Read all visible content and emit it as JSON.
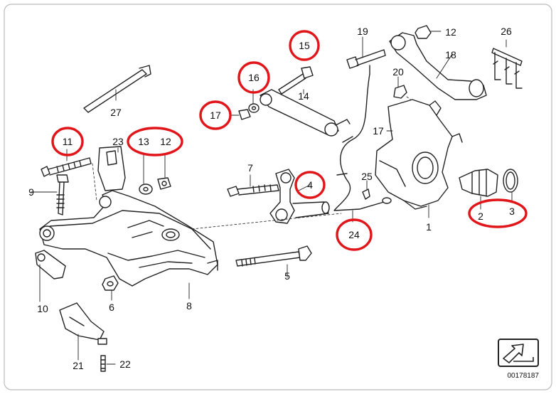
{
  "diagram": {
    "id": "00178187",
    "highlight_color": "#e0161b",
    "parts": [
      {
        "key": "p1",
        "label": "1",
        "circled": false
      },
      {
        "key": "p2",
        "label": "2",
        "circled": true
      },
      {
        "key": "p3",
        "label": "3",
        "circled": true
      },
      {
        "key": "p4",
        "label": "4",
        "circled": true
      },
      {
        "key": "p5",
        "label": "5",
        "circled": false
      },
      {
        "key": "p6",
        "label": "6",
        "circled": false
      },
      {
        "key": "p7",
        "label": "7",
        "circled": false
      },
      {
        "key": "p8",
        "label": "8",
        "circled": false
      },
      {
        "key": "p9",
        "label": "9",
        "circled": false
      },
      {
        "key": "p10",
        "label": "10",
        "circled": false
      },
      {
        "key": "p11",
        "label": "11",
        "circled": true
      },
      {
        "key": "p12a",
        "label": "12",
        "circled": false
      },
      {
        "key": "p12b",
        "label": "12",
        "circled": true
      },
      {
        "key": "p13",
        "label": "13",
        "circled": true
      },
      {
        "key": "p14",
        "label": "14",
        "circled": false
      },
      {
        "key": "p15",
        "label": "15",
        "circled": true
      },
      {
        "key": "p16",
        "label": "16",
        "circled": true
      },
      {
        "key": "p17a",
        "label": "17",
        "circled": true
      },
      {
        "key": "p17b",
        "label": "17",
        "circled": false
      },
      {
        "key": "p18",
        "label": "18",
        "circled": false
      },
      {
        "key": "p19",
        "label": "19",
        "circled": false
      },
      {
        "key": "p20",
        "label": "20",
        "circled": false
      },
      {
        "key": "p21",
        "label": "21",
        "circled": false
      },
      {
        "key": "p22",
        "label": "22",
        "circled": false
      },
      {
        "key": "p23",
        "label": "23",
        "circled": false
      },
      {
        "key": "p24",
        "label": "24",
        "circled": true
      },
      {
        "key": "p25",
        "label": "25",
        "circled": false
      },
      {
        "key": "p26",
        "label": "26",
        "circled": false
      },
      {
        "key": "p27",
        "label": "27",
        "circled": false
      }
    ]
  }
}
